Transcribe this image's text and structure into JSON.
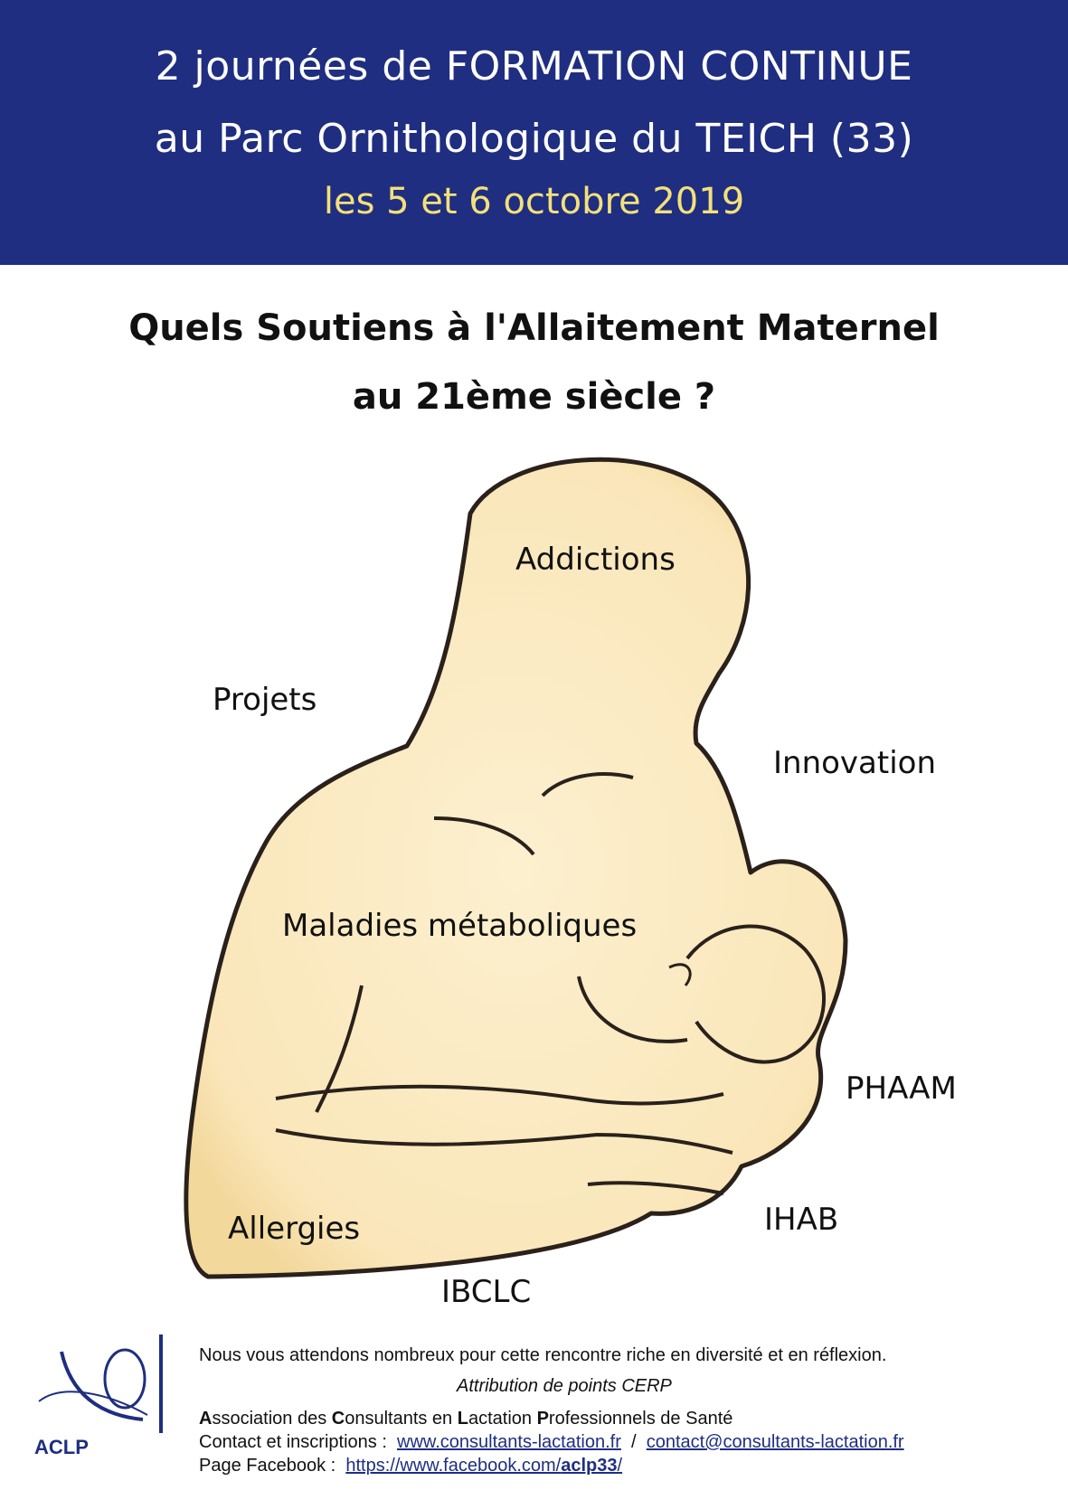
{
  "header": {
    "line1": "2 journées de FORMATION CONTINUE",
    "line2": "au Parc Ornithologique du TEICH (33)",
    "line3": "les 5 et 6 octobre 2019"
  },
  "title": {
    "line1": "Quels Soutiens à l'Allaitement Maternel",
    "line2": "au 21ème siècle ?"
  },
  "topics": {
    "addictions": "Addictions",
    "projets": "Projets",
    "innovation": "Innovation",
    "maladies": "Maladies métaboliques",
    "phaam": "PHAAM",
    "ihab": "IHAB",
    "allergies": "Allergies",
    "ibclc": "IBCLC"
  },
  "footer": {
    "logo_text": "ACLP",
    "invite": "Nous vous attendons nombreux pour cette rencontre riche en diversité et en réflexion.",
    "cerp": "Attribution de points CERP",
    "assoc": {
      "a": "A",
      "a_rest": "ssociation des ",
      "c": "C",
      "c_rest": "onsultants en ",
      "l": "L",
      "l_rest": "actation ",
      "p": "P",
      "p_rest": "rofessionnels de Santé"
    },
    "contact_label": "Contact et inscriptions :",
    "website": "www.consultants-lactation.fr",
    "separator": "/",
    "email": "contact@consultants-lactation.fr",
    "facebook_label": "Page Facebook :",
    "facebook_url_prefix": "https://www.facebook.com/",
    "facebook_url_bold": "aclp33",
    "facebook_url_suffix": "/"
  },
  "colors": {
    "banner": "#1f2e80",
    "date": "#f3e07a",
    "silhouette_fill": "#fbecc3",
    "outline": "#2a211b",
    "link": "#1f2e80"
  }
}
